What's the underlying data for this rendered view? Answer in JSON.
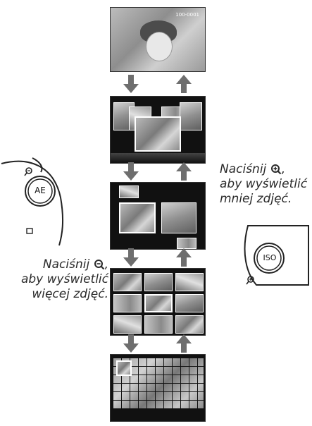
{
  "top_photo": {
    "counter": "100-0001"
  },
  "captions": {
    "zoom_out": {
      "prefix": "Naciśnij",
      "line2": "aby wyświetlić",
      "line3": "więcej zdjęć."
    },
    "zoom_in": {
      "prefix": "Naciśnij",
      "line2": "aby wyświetlić",
      "line3": "mniej zdjęć."
    }
  },
  "buttons": {
    "left_label": "AE",
    "right_label": "ISO"
  },
  "icons": [
    "zoom-out-icon",
    "zoom-in-icon",
    "arrow-down-icon",
    "arrow-up-icon"
  ],
  "colors": {
    "arrow": "#6e6e6e",
    "screen_bg": "#111111"
  }
}
